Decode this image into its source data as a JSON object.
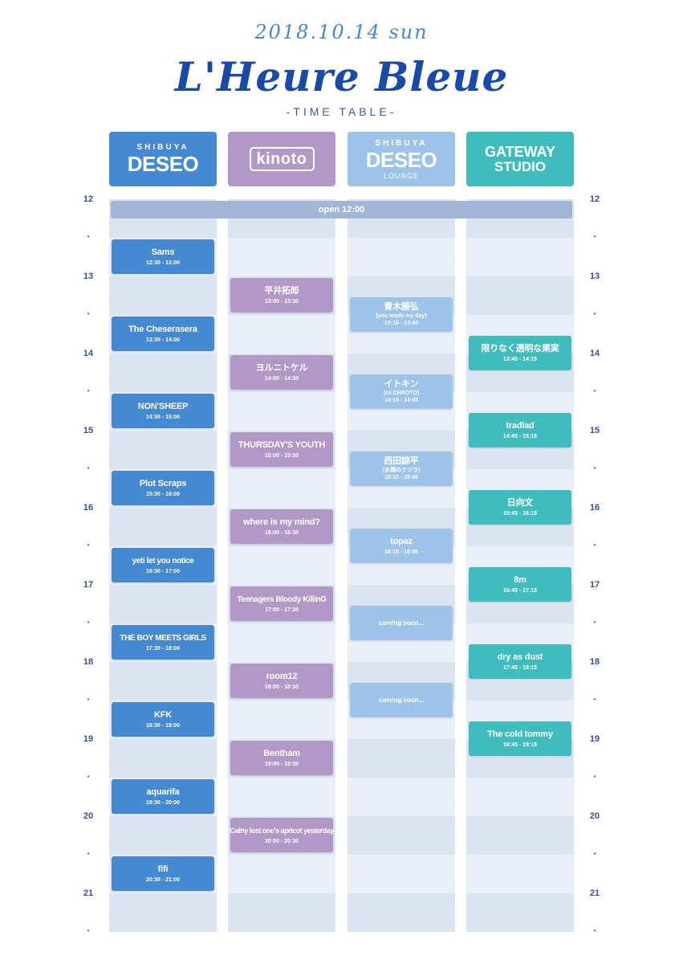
{
  "header": {
    "date": "2018.10.14 sun",
    "title": "L'Heure Bleue",
    "subtitle": "-TIME TABLE-"
  },
  "colors": {
    "deseo": "#4589d0",
    "kinoto": "#b298c6",
    "lounge": "#9dc3e8",
    "gateway": "#41bcbd",
    "open_bar": "#a3b5d6",
    "hour_label": "#3a4f8f",
    "stripe_dark": "#dde4f1",
    "stripe_light": "#eaeff7"
  },
  "hours": [
    "12",
    "13",
    "14",
    "15",
    "16",
    "17",
    "18",
    "19",
    "20",
    "21"
  ],
  "half_marker": "•",
  "open_bar": {
    "label": "open 12:00"
  },
  "venues": [
    {
      "id": "deseo",
      "logo_top": "SHIBUYA",
      "logo_main": "DESEO",
      "slots": [
        {
          "start": 12.5,
          "name": "Sams",
          "time": "12:30 - 13:00"
        },
        {
          "start": 13.5,
          "name": "The Cheserasera",
          "time": "13:30 - 14:00"
        },
        {
          "start": 14.5,
          "name": "NON'SHEEP",
          "time": "14:30 - 15:00"
        },
        {
          "start": 15.5,
          "name": "Plot Scraps",
          "time": "15:30 - 16:00"
        },
        {
          "start": 16.5,
          "name": "yeti let you notice",
          "time": "16:30 - 17:00"
        },
        {
          "start": 17.5,
          "name": "THE BOY MEETS GIRLS",
          "time": "17:30 - 18:00"
        },
        {
          "start": 18.5,
          "name": "KFK",
          "time": "18:30 - 19:00"
        },
        {
          "start": 19.5,
          "name": "aquarifa",
          "time": "19:30 - 20:00"
        },
        {
          "start": 20.5,
          "name": "fifi",
          "time": "20:30 - 21:00"
        }
      ]
    },
    {
      "id": "kinoto",
      "logo_main": "kinoto",
      "slots": [
        {
          "start": 13.0,
          "name": "平井拓郎",
          "time": "13:00 - 13:30"
        },
        {
          "start": 14.0,
          "name": "ヨルニトケル",
          "time": "14:00 - 14:30"
        },
        {
          "start": 15.0,
          "name": "THURSDAY'S YOUTH",
          "time": "15:00 - 15:30"
        },
        {
          "start": 16.0,
          "name": "where is my mind?",
          "time": "16:00 - 16:30"
        },
        {
          "start": 17.0,
          "name": "Teenagers Bloody KillinG",
          "time": "17:00 - 17:30"
        },
        {
          "start": 18.0,
          "name": "room12",
          "time": "18:00 - 18:30"
        },
        {
          "start": 19.0,
          "name": "Bentham",
          "time": "19:00 - 19:30"
        },
        {
          "start": 20.0,
          "name": "Cathy lost one's apricot yesterday",
          "time": "20:00 - 20:30"
        }
      ]
    },
    {
      "id": "lounge",
      "logo_top": "SHIBUYA",
      "logo_main": "DESEO",
      "logo_bottom": "LOUNGE",
      "slots": [
        {
          "start": 13.25,
          "name": "青木勝弘",
          "note": "(you made my day)",
          "time": "13:15 - 13:45"
        },
        {
          "start": 14.25,
          "name": "イトキン",
          "note": "(ex.CHROTO)",
          "time": "14:15 - 14:45"
        },
        {
          "start": 15.25,
          "name": "西田諒平",
          "note": "(水槽のクジラ)",
          "time": "15:15 - 15:45"
        },
        {
          "start": 16.25,
          "name": "topaz",
          "time": "16:15 - 16:45"
        },
        {
          "start": 17.25,
          "soon": "coming soon..."
        },
        {
          "start": 18.25,
          "soon": "coming soon..."
        }
      ]
    },
    {
      "id": "gateway",
      "logo_line1": "GATEWAY",
      "logo_line2": "STUDIO",
      "slots": [
        {
          "start": 13.75,
          "name": "限りなく透明な果実",
          "time": "13:45 - 14:15"
        },
        {
          "start": 14.75,
          "name": "tradlad",
          "time": "14:45 - 15:15"
        },
        {
          "start": 15.75,
          "name": "日向文",
          "time": "15:45 - 16:15"
        },
        {
          "start": 16.75,
          "name": "8m",
          "time": "16:45 - 17:15"
        },
        {
          "start": 17.75,
          "name": "dry as dust",
          "time": "17:45 - 18:15"
        },
        {
          "start": 18.75,
          "name": "The cold tommy",
          "time": "18:45 - 19:15"
        }
      ]
    }
  ]
}
